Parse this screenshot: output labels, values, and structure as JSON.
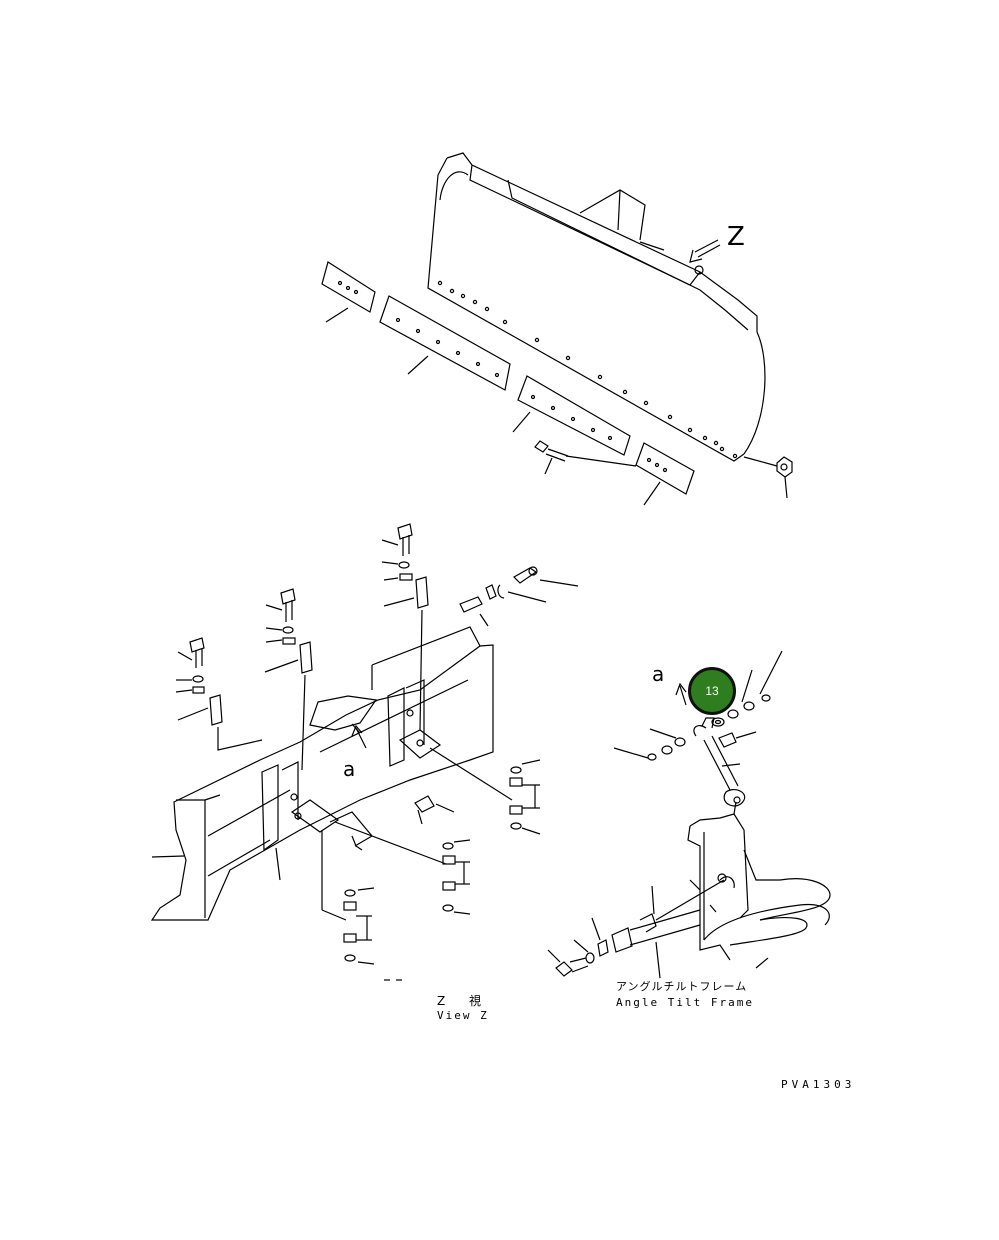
{
  "labels": {
    "view_letter": "Z",
    "detail_letter_1": "a",
    "detail_letter_2": "a",
    "view_z_jp": "Z 視",
    "view_z_en": "View Z",
    "angle_tilt_frame_jp": "アングルチルトフレーム",
    "angle_tilt_frame_en": "Angle Tilt Frame",
    "drawing_code": "PVA1303"
  },
  "callout": {
    "number": "13",
    "color": "#2e7d1e"
  }
}
